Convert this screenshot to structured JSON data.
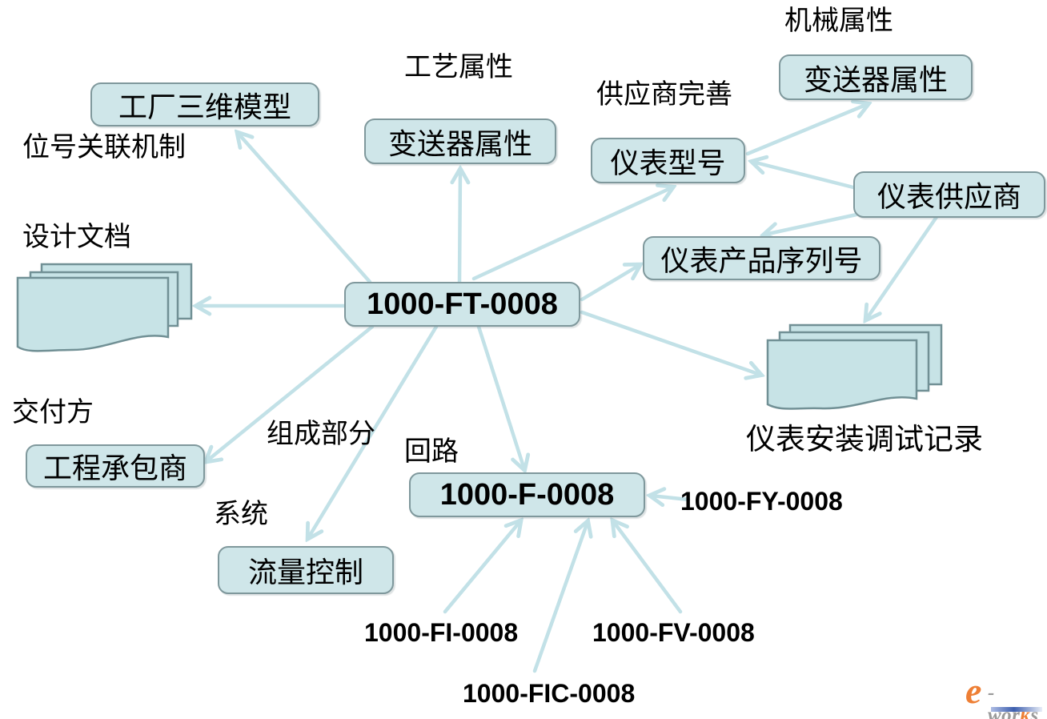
{
  "nodes": {
    "center_tag": "1000-FT-0008",
    "loop_tag": "1000-F-0008",
    "plant_model": "工厂三维模型",
    "transmitter_attr_process": "变送器属性",
    "transmitter_attr_mech": "变送器属性",
    "instrument_model": "仪表型号",
    "instrument_supplier": "仪表供应商",
    "instrument_serial": "仪表产品序列号",
    "contractor": "工程承包商",
    "flow_control": "流量控制"
  },
  "labels": {
    "mech_attr": "机械属性",
    "process_attr": "工艺属性",
    "supplier_improve": "供应商完善",
    "tag_link": "位号关联机制",
    "design_doc": "设计文档",
    "deliverer": "交付方",
    "component": "组成部分",
    "loop": "回路",
    "system": "系统",
    "install_record": "仪表安装调试记录"
  },
  "tags": {
    "fy": "1000-FY-0008",
    "fi": "1000-FI-0008",
    "fv": "1000-FV-0008",
    "fic": "1000-FIC-0008"
  },
  "colors": {
    "node_fill": "#cfe6e9",
    "node_border": "#7f989c",
    "arrow": "#c2e1e7",
    "doc_fill": "#c7e3e6",
    "doc_border": "#719095",
    "text": "#000000",
    "logo_orange": "#ee7f35",
    "logo_gray": "#9a9a9a"
  },
  "logo": {
    "e": "e",
    "mid": "-wor",
    "k": "k",
    "s": "s"
  }
}
